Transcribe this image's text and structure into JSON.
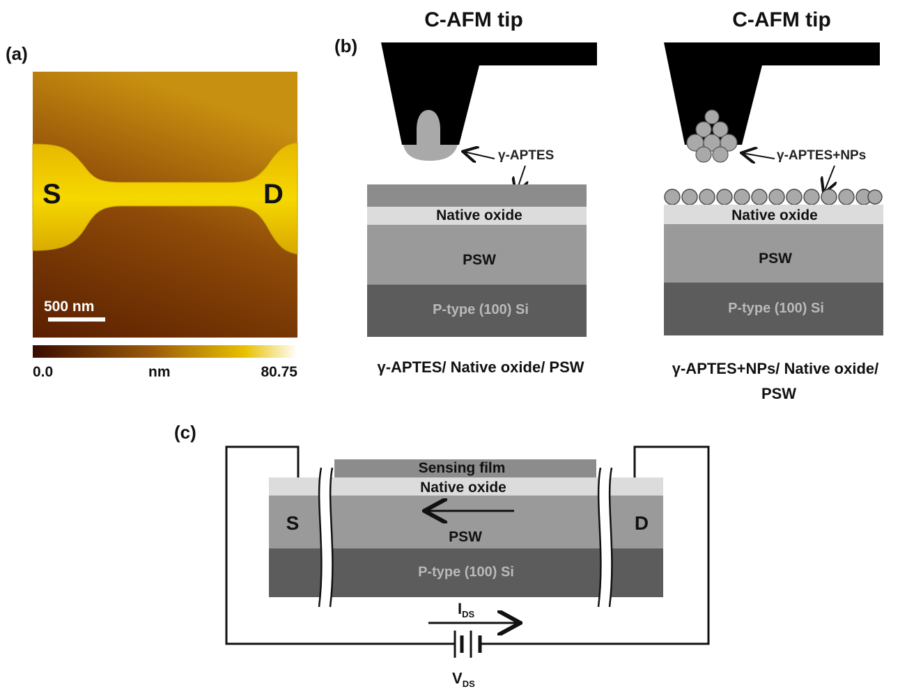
{
  "panel_a": {
    "label": "(a)",
    "source_label": "S",
    "drain_label": "D",
    "scale_bar_label": "500 nm",
    "colorbar": {
      "min": "0.0",
      "unit": "nm",
      "max": "80.75"
    },
    "colors": {
      "dark": "#5a1f00",
      "mid": "#b87a10",
      "bright": "#f2d400"
    }
  },
  "panel_b": {
    "label": "(b)",
    "left": {
      "tip_title": "C-AFM tip",
      "tip_annotation": "γ-APTES",
      "layers": {
        "native_oxide": "Native oxide",
        "psw": "PSW",
        "substrate": "P-type (100) Si"
      },
      "caption": "γ-APTES/ Native oxide/ PSW"
    },
    "right": {
      "tip_title": "C-AFM tip",
      "tip_annotation": "γ-APTES+NPs",
      "layers": {
        "native_oxide": "Native oxide",
        "psw": "PSW",
        "substrate": "P-type (100) Si"
      },
      "caption_line1": "γ-APTES+NPs/ Native oxide/",
      "caption_line2": "PSW"
    }
  },
  "panel_c": {
    "label": "(c)",
    "layers": {
      "sensing_film": "Sensing film",
      "native_oxide": "Native oxide",
      "psw": "PSW",
      "substrate": "P-type (100) Si"
    },
    "source_label": "S",
    "drain_label": "D",
    "current_label": "I",
    "current_sub": "DS",
    "voltage_label": "V",
    "voltage_sub": "DS"
  },
  "colors": {
    "tip": "#000000",
    "aptes": "#a9a9a9",
    "oxide": "#dcdcdc",
    "psw": "#9a9a9a",
    "substrate": "#5c5c5c",
    "top_layer": "#8c8c8c"
  }
}
